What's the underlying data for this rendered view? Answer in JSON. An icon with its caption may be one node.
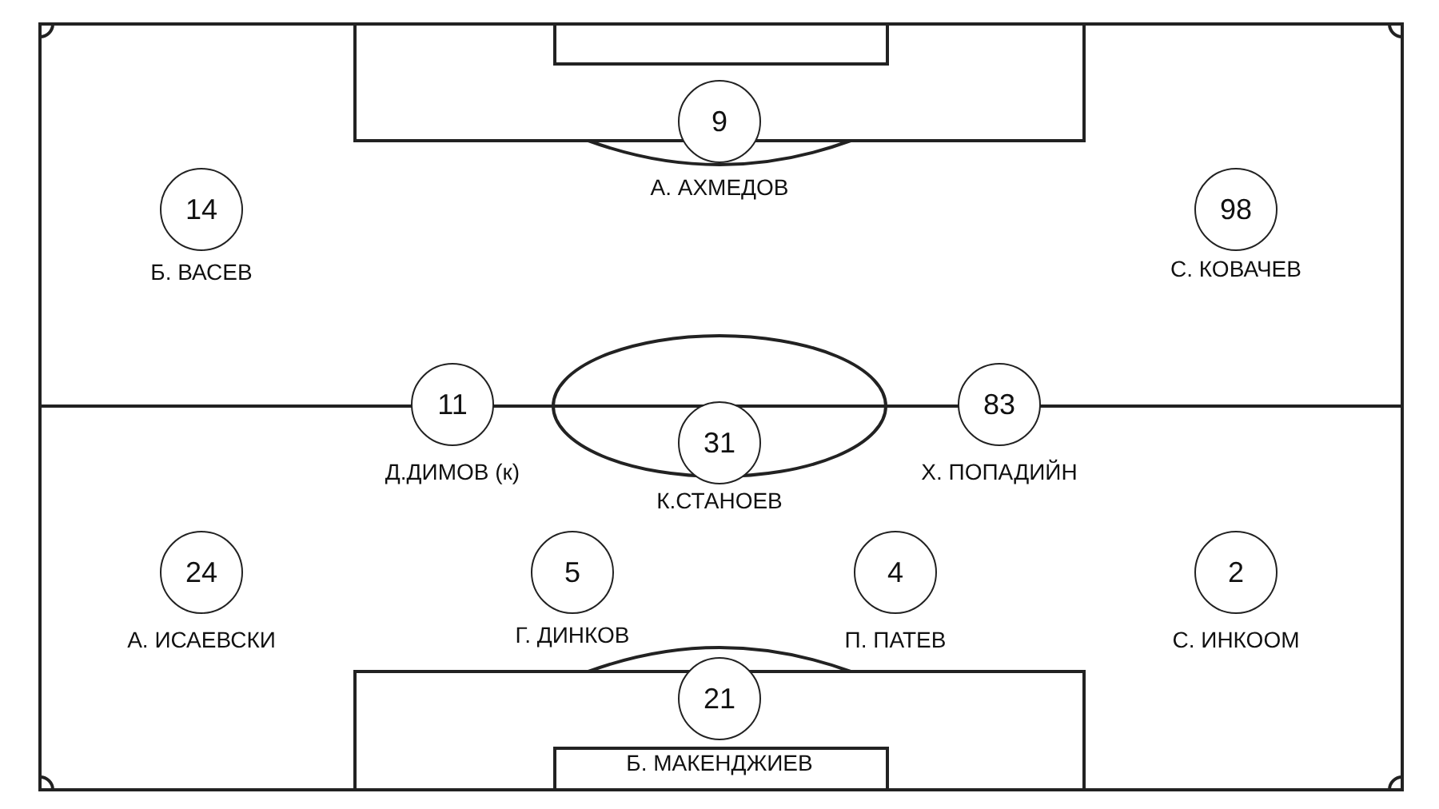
{
  "diagram": {
    "nodes": [
      {
        "text": [
          "9"
        ],
        "beside": [
          "А. АХМЕДОВ"
        ]
      },
      {
        "text": [
          "14"
        ],
        "beside": [
          "Б. ВАСЕВ"
        ]
      },
      {
        "text": [
          "98"
        ],
        "beside": [
          "С. КОВАЧЕВ"
        ]
      },
      {
        "text": [
          "11"
        ],
        "beside": [
          "Д.ДИМОВ (к)"
        ]
      },
      {
        "text": [
          "31"
        ],
        "beside": [
          "К.СТАНОЕВ"
        ]
      },
      {
        "text": [
          "83"
        ],
        "beside": [
          "Х. ПОПАДИЙН"
        ]
      },
      {
        "text": [
          "24"
        ],
        "beside": [
          "А. ИСАЕВСКИ"
        ]
      },
      {
        "text": [
          "5"
        ],
        "beside": [
          "Г. ДИНКОВ"
        ]
      },
      {
        "text": [
          "4"
        ],
        "beside": [
          "П. ПАТЕВ"
        ]
      },
      {
        "text": [
          "2"
        ],
        "beside": [
          "С. ИНКООМ"
        ]
      },
      {
        "text": [
          "21"
        ],
        "beside": [
          "Б. МАКЕНДЖИЕВ"
        ]
      }
    ]
  }
}
